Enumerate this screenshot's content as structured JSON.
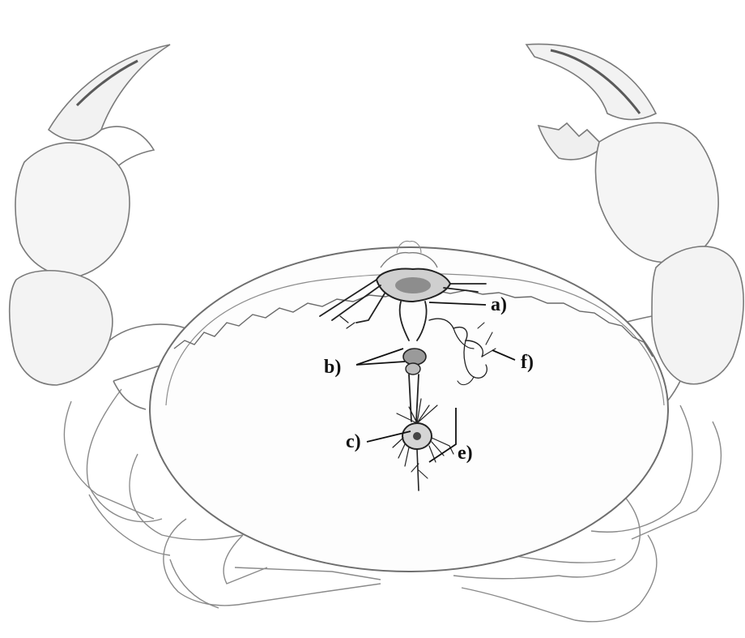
{
  "labels": {
    "a": "a)",
    "b": "b)",
    "c": "c)",
    "e": "e)",
    "f": "f)"
  },
  "colors": {
    "background": "#ffffff",
    "pencil": "#6b6b6b",
    "pencil_light": "#a8a8a8",
    "ink": "#222222"
  }
}
